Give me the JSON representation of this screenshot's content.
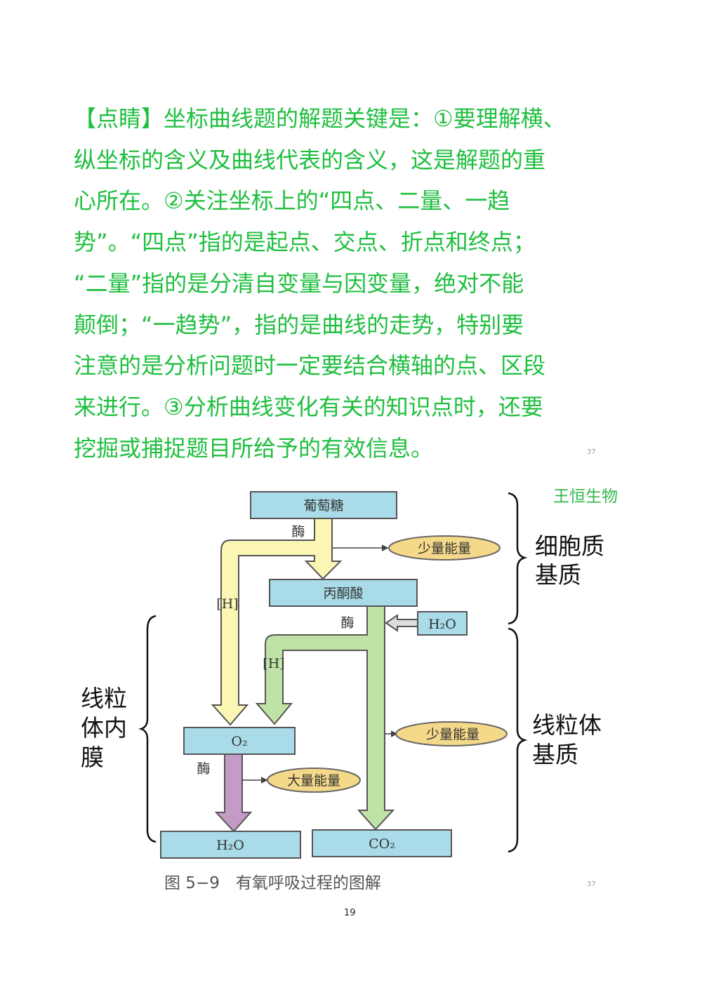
{
  "paragraph": {
    "lines": [
      "【点睛】坐标曲线题的解题关键是：①要理解横、",
      "纵坐标的含义及曲线代表的含义，这是解题的重",
      "心所在。②关注坐标上的“四点、二量、一趋",
      "势”。“四点”指的是起点、交点、折点和终点；",
      "“二量”指的是分清自变量与因变量，绝对不能",
      "颠倒；“一趋势”，指的是曲线的走势，特别要",
      "注意的是分析问题时一定要结合横轴的点、区段",
      "来进行。③分析曲线变化有关的知识点时，还要",
      "挖掘或捕捉题目所给予的有效信息。"
    ],
    "color": "#1fbf3f"
  },
  "slide_number_1": "37",
  "slide_number_2": "37",
  "watermark": "王恒生物",
  "diagram": {
    "glucose": "葡萄糖",
    "pyruvate": "丙酮酸",
    "enzyme_1": "酶",
    "enzyme_2": "酶",
    "enzyme_3": "酶",
    "h_1": "[H]",
    "h_2": "[H]",
    "water_in": "H₂O",
    "o2": "O₂",
    "water_out": "H₂O",
    "co2": "CO₂",
    "energy_small_1": "少量能量",
    "energy_small_2": "少量能量",
    "energy_large": "大量能量",
    "cytoplasm_line1": "细胞质",
    "cytoplasm_line2": "基质",
    "matrix_line1": "线粒体",
    "matrix_line2": "基质",
    "membrane_line1": "线粒",
    "membrane_line2": "体内",
    "membrane_line3": "膜",
    "caption": "图 5−9　有氧呼吸过程的图解",
    "colors": {
      "box": "#a9dbe8",
      "yellow": "#fbf6b4",
      "green": "#bfe3a6",
      "purple": "#c49bc6",
      "ellipse": "#f5d98a"
    }
  },
  "page_number": "19"
}
